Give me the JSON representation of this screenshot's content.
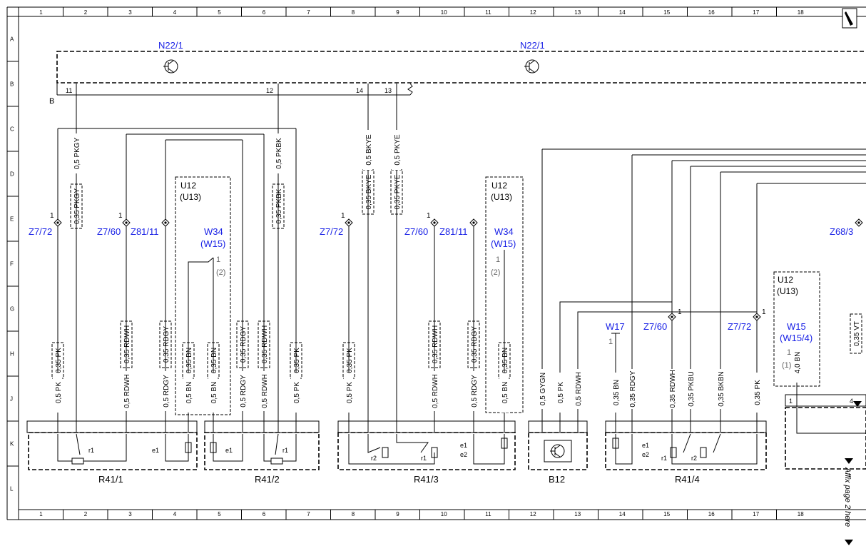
{
  "grid": {
    "columns": [
      "1",
      "2",
      "3",
      "4",
      "5",
      "6",
      "7",
      "8",
      "9",
      "10",
      "11",
      "12",
      "13",
      "14",
      "15",
      "16",
      "17",
      "18"
    ],
    "rows": [
      "A",
      "B",
      "C",
      "D",
      "E",
      "F",
      "G",
      "H",
      "J",
      "K",
      "L"
    ]
  },
  "modules": {
    "n22_left": "N22/1",
    "n22_right": "N22/1",
    "b_label": "B",
    "pins": [
      "11",
      "12",
      "14",
      "13"
    ]
  },
  "connectors": {
    "z7_72": "Z7/72",
    "z7_60": "Z7/60",
    "z81_11": "Z81/11",
    "z68_3": "Z68/3",
    "one": "1"
  },
  "groups": {
    "u12": "U12",
    "u13": "(U13)",
    "w34": "W34",
    "w15": "(W15)",
    "w15b": "W15",
    "w15_4": "(W15/4)",
    "w17": "W17",
    "one_paren": "(1)",
    "two_paren": "(2)"
  },
  "wires": {
    "pkgy_05": "0,5 PKGY",
    "pkgy_035": "0,35 PKGY",
    "pkbk_05": "0,5 PKBK",
    "pkbk_035": "0,35 PKBK",
    "bkye_05": "0,5 BKYE",
    "bkye_035": "0,35 BKYE",
    "pkye_05": "0,5 PKYE",
    "pkye_035": "0,35 PKYE",
    "pk_035": "0,35 PK",
    "pk_05": "0,5 PK",
    "rdwh_035": "0,35 RDWH",
    "rdwh_05": "0,5 RDWH",
    "rdgy_035": "0,35 RDGY",
    "rdgy_05": "0,5 RDGY",
    "bn_035": "0,35 BN",
    "bn_05": "0,5 BN",
    "bn_40": "4,0 BN",
    "gygn_05": "0,5 GYGN",
    "pkbu_035": "0,35 PKBU",
    "bkbn_035": "0,35 BKBN",
    "cut_right": "0,35 VT"
  },
  "components": {
    "r41_1": "R41/1",
    "r41_2": "R41/2",
    "r41_3": "R41/3",
    "b12": "B12",
    "r41_4": "R41/4",
    "r1": "r1",
    "r2": "r2",
    "e1": "e1",
    "e2": "e2"
  },
  "side_note": "Affix page 2 here"
}
